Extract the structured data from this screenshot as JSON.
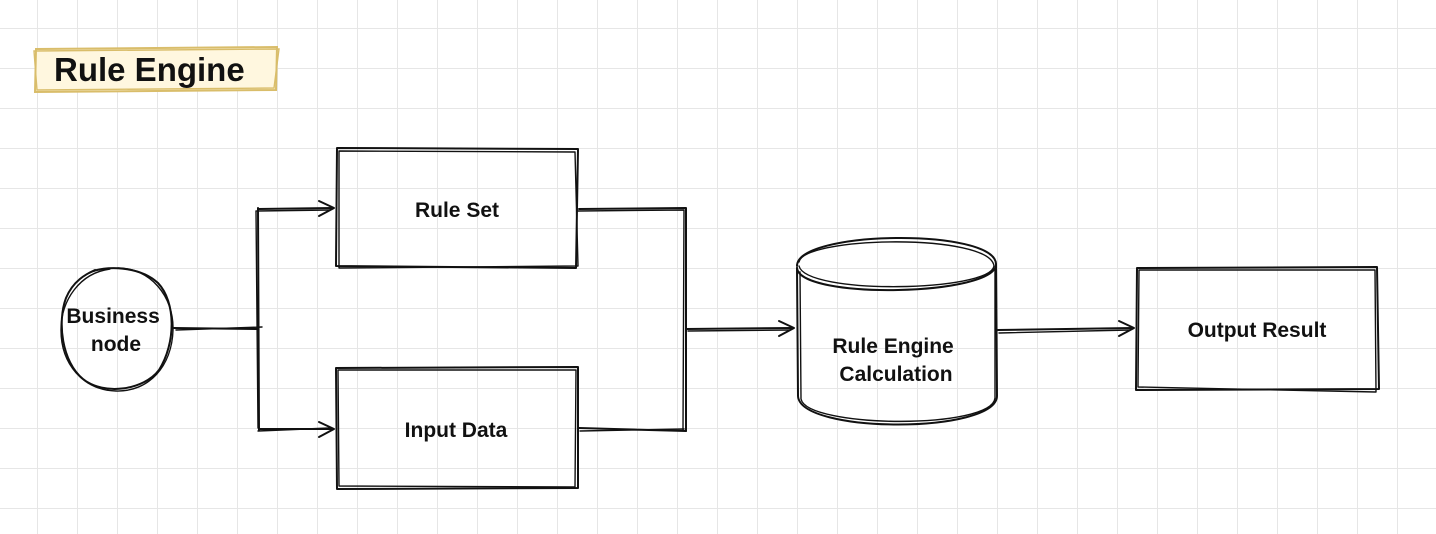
{
  "diagram": {
    "title": "Rule Engine",
    "nodes": {
      "business_node": {
        "lines": [
          "Business",
          "node"
        ]
      },
      "rule_set": {
        "lines": [
          "Rule Set"
        ]
      },
      "input_data": {
        "lines": [
          "Input Data"
        ]
      },
      "rule_engine_calculation": {
        "lines": [
          "Rule Engine",
          "Calculation"
        ]
      },
      "output_result": {
        "lines": [
          "Output Result"
        ]
      }
    },
    "colors": {
      "stroke": "#111111",
      "title_border": "#d9bd6a",
      "title_fill": "#fff7df",
      "grid": "#e6e6e6"
    }
  }
}
